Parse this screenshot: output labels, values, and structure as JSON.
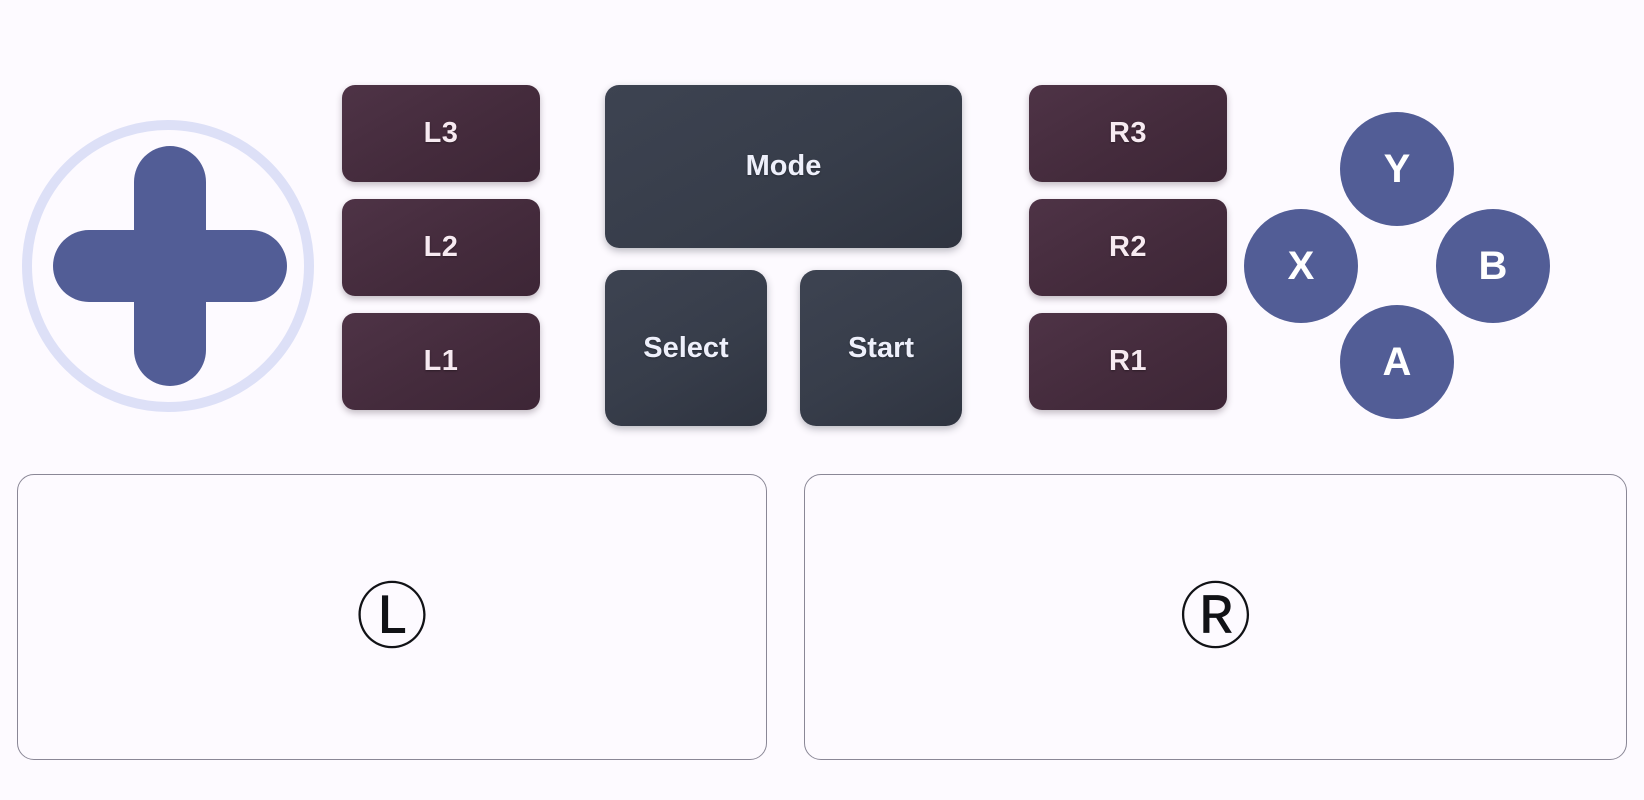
{
  "theme": {
    "background": "#fdfaff",
    "dpad_fill": "#525d96",
    "dpad_ring": "#dde0f7",
    "shoulder_bg": "#442b3c",
    "shoulder_text": "#f7eaf1",
    "system_bg": "#373d4a",
    "system_text": "#eef0fb",
    "face_bg": "#525d96",
    "face_text": "#ffffff",
    "panel_border": "#8a8796",
    "panel_glyph": "#111216"
  },
  "dpad": {
    "name": "D-Pad",
    "directions": [
      "Up",
      "Right",
      "Down",
      "Left"
    ]
  },
  "left_shoulder": {
    "buttons": [
      {
        "label": "L3"
      },
      {
        "label": "L2"
      },
      {
        "label": "L1"
      }
    ]
  },
  "right_shoulder": {
    "buttons": [
      {
        "label": "R3"
      },
      {
        "label": "R2"
      },
      {
        "label": "R1"
      }
    ]
  },
  "system": {
    "mode_label": "Mode",
    "select_label": "Select",
    "start_label": "Start"
  },
  "face_buttons": {
    "y": "Y",
    "x": "X",
    "b": "B",
    "a": "A"
  },
  "touchpads": {
    "left": {
      "glyph": "Ⓛ",
      "icon": "circled-l-icon"
    },
    "right": {
      "glyph": "Ⓡ",
      "icon": "circled-r-icon"
    }
  }
}
